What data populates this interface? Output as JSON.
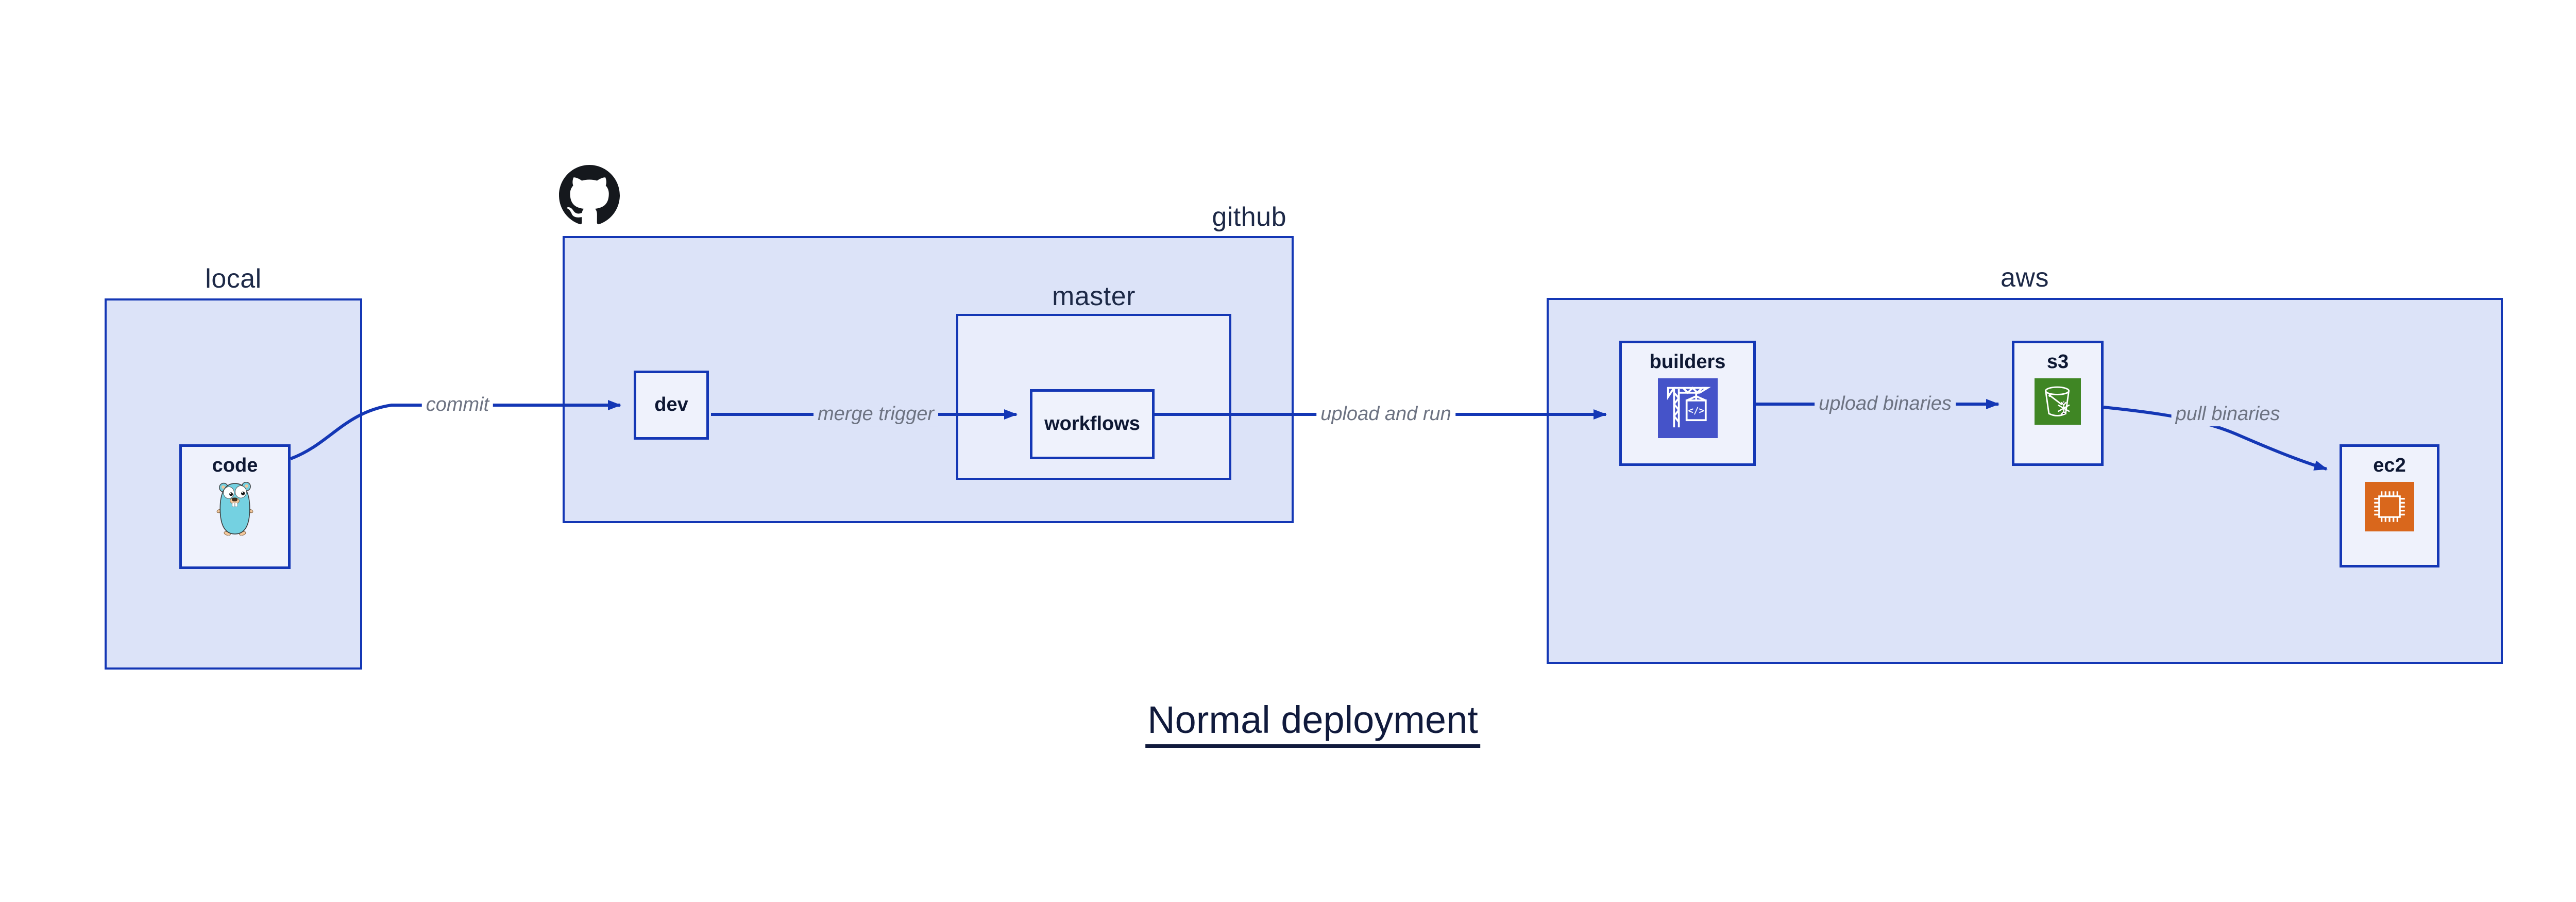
{
  "title": {
    "text": "Normal deployment"
  },
  "groups": {
    "local": {
      "label": "local"
    },
    "github": {
      "label": "github",
      "logo": "github-octocat-logo"
    },
    "master": {
      "label": "master"
    },
    "aws": {
      "label": "aws"
    }
  },
  "nodes": {
    "code": {
      "label": "code",
      "icon": "go-gopher-icon"
    },
    "dev": {
      "label": "dev"
    },
    "workflows": {
      "label": "workflows"
    },
    "builders": {
      "label": "builders",
      "icon": "codebuild-crane-icon"
    },
    "s3": {
      "label": "s3",
      "icon": "s3-glacier-bucket-icon"
    },
    "ec2": {
      "label": "ec2",
      "icon": "ec2-chip-icon"
    }
  },
  "edges": [
    {
      "from": "code",
      "to": "dev",
      "label": "commit"
    },
    {
      "from": "dev",
      "to": "workflows",
      "label": "merge trigger"
    },
    {
      "from": "workflows",
      "to": "builders",
      "label": "upload and run"
    },
    {
      "from": "builders",
      "to": "s3",
      "label": "upload binaries"
    },
    {
      "from": "s3",
      "to": "ec2",
      "label": "pull binaries"
    }
  ],
  "colors": {
    "border_and_arrow_blue": "#1437b5",
    "container_fill": "#dce3f8",
    "master_fill": "#e9edfb",
    "node_fill": "#eff2fc",
    "group_label_navy": "#1d2947",
    "node_label_navy": "#0e1833",
    "edge_label_gray": "#6d7382",
    "title_navy": "#101a3c",
    "github_black": "#15181d",
    "gopher_teal": "#74d1e1",
    "codebuild_indigo": "#4553c9",
    "s3_green": "#3f8624",
    "ec2_orange": "#d9671c",
    "page_background": "#ffffff"
  }
}
